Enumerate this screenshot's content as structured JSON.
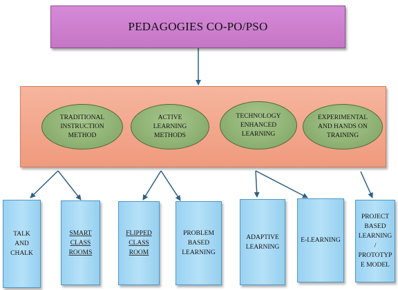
{
  "title": "PEDAGOGIES CO-PO/PSO",
  "categories": [
    {
      "label": "TRADITIONAL\nINSTRUCTION\nMETHOD"
    },
    {
      "label": "ACTIVE\nLEARNING\nMETHODS"
    },
    {
      "label": "TECHNOLOGY\nENHANCED\nLEARNING"
    },
    {
      "label": "EXPERIMENTAL\nAND HANDS ON\nTRAINING"
    }
  ],
  "leaves": [
    {
      "label": "TALK AND\nCHALK"
    },
    {
      "label": "SMART\nCLASS\nROOMS"
    },
    {
      "label": "FLIPPED\nCLASS\nROOM"
    },
    {
      "label": "PROBLEM\nBASED\nLEARNING"
    },
    {
      "label": "ADAPTIVE\nLEARNING"
    },
    {
      "label": "E-LEARNING"
    },
    {
      "label": "PROJECT\nBASED\nLEARNING\n/\nPROTOTYP\nE MODEL"
    }
  ]
}
